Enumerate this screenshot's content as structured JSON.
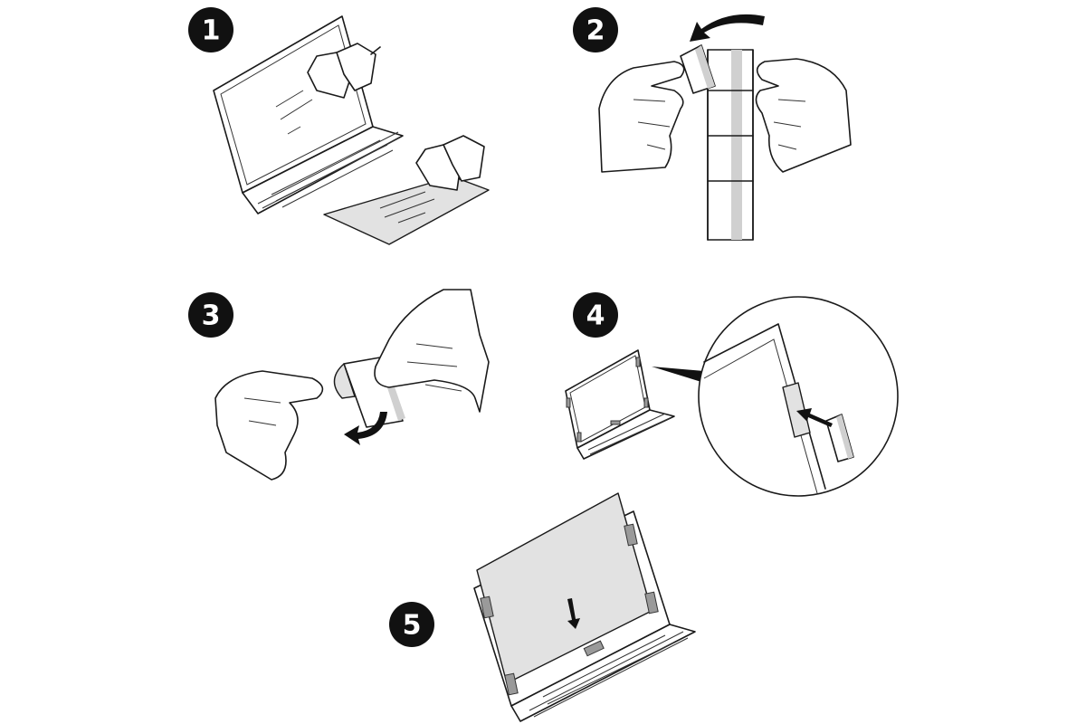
{
  "steps": [
    {
      "number": "1",
      "description_icon": "clean-screen-and-pad"
    },
    {
      "number": "2",
      "description_icon": "peel-adhesive-tab"
    },
    {
      "number": "3",
      "description_icon": "fold-tab"
    },
    {
      "number": "4",
      "description_icon": "attach-tabs-to-bezel"
    },
    {
      "number": "5",
      "description_icon": "slide-filter-into-tabs"
    }
  ],
  "colors": {
    "badge": "#111111",
    "filter_gray": "#e2e2e2",
    "tab_gray": "#9a9a9a"
  }
}
